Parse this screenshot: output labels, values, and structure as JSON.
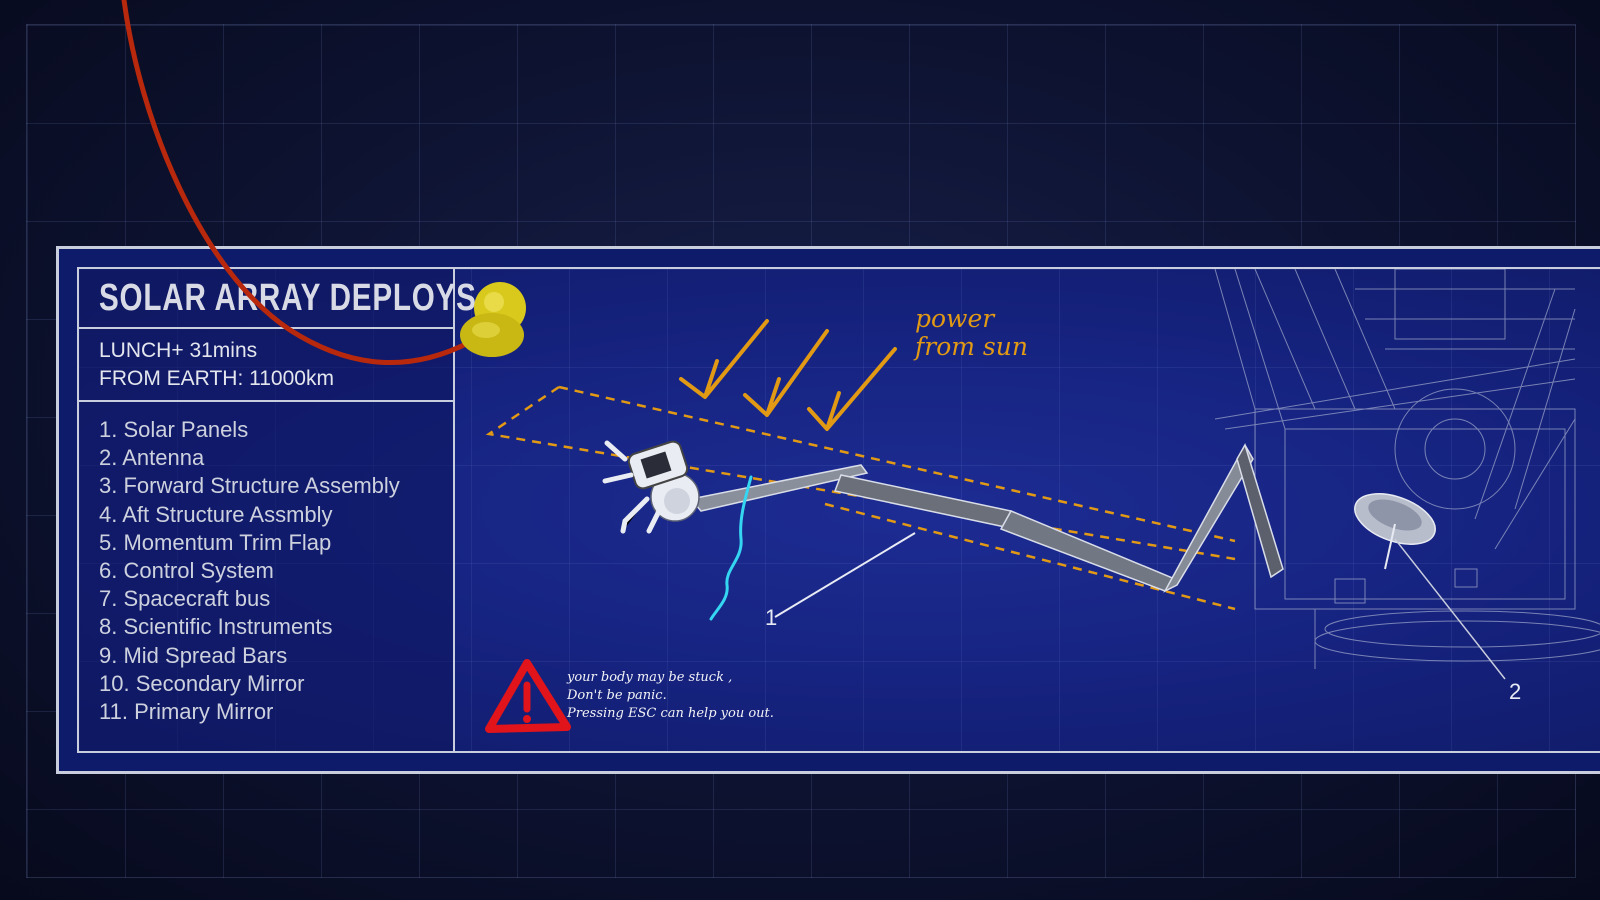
{
  "panel": {
    "title": "SOLAR ARRAY DEPLOYS",
    "info_line1": "LUNCH+ 31mins",
    "info_line2": "FROM EARTH: 11000km",
    "components": [
      "1. Solar Panels",
      "2. Antenna",
      "3. Forward Structure Assembly",
      "4. Aft Structure Assmbly",
      "5. Momentum Trim Flap",
      "6. Control System",
      "7. Spacecraft bus",
      "8. Scientific Instruments",
      "9. Mid Spread Bars",
      "10. Secondary Mirror",
      "11. Primary Mirror"
    ]
  },
  "diagram": {
    "note_line1": "power",
    "note_line2": "from sun",
    "callout_1": "1",
    "callout_2": "2"
  },
  "hint": {
    "line1": "your body may be stuck ,",
    "line2": "Don't be panic.",
    "line3": "Pressing ESC can help you out."
  },
  "colors": {
    "board_blue": "#162380",
    "frame": "#c9cede",
    "annotation_orange": "#e29a14",
    "warning_red": "#e0141a",
    "thread_red": "#b8280c",
    "pin_yellow": "#d8c91c",
    "scribble_cyan": "#35d6f2"
  },
  "icons": [
    "warning-icon",
    "push-pin-icon",
    "astronaut-icon",
    "antenna-dish-icon"
  ]
}
